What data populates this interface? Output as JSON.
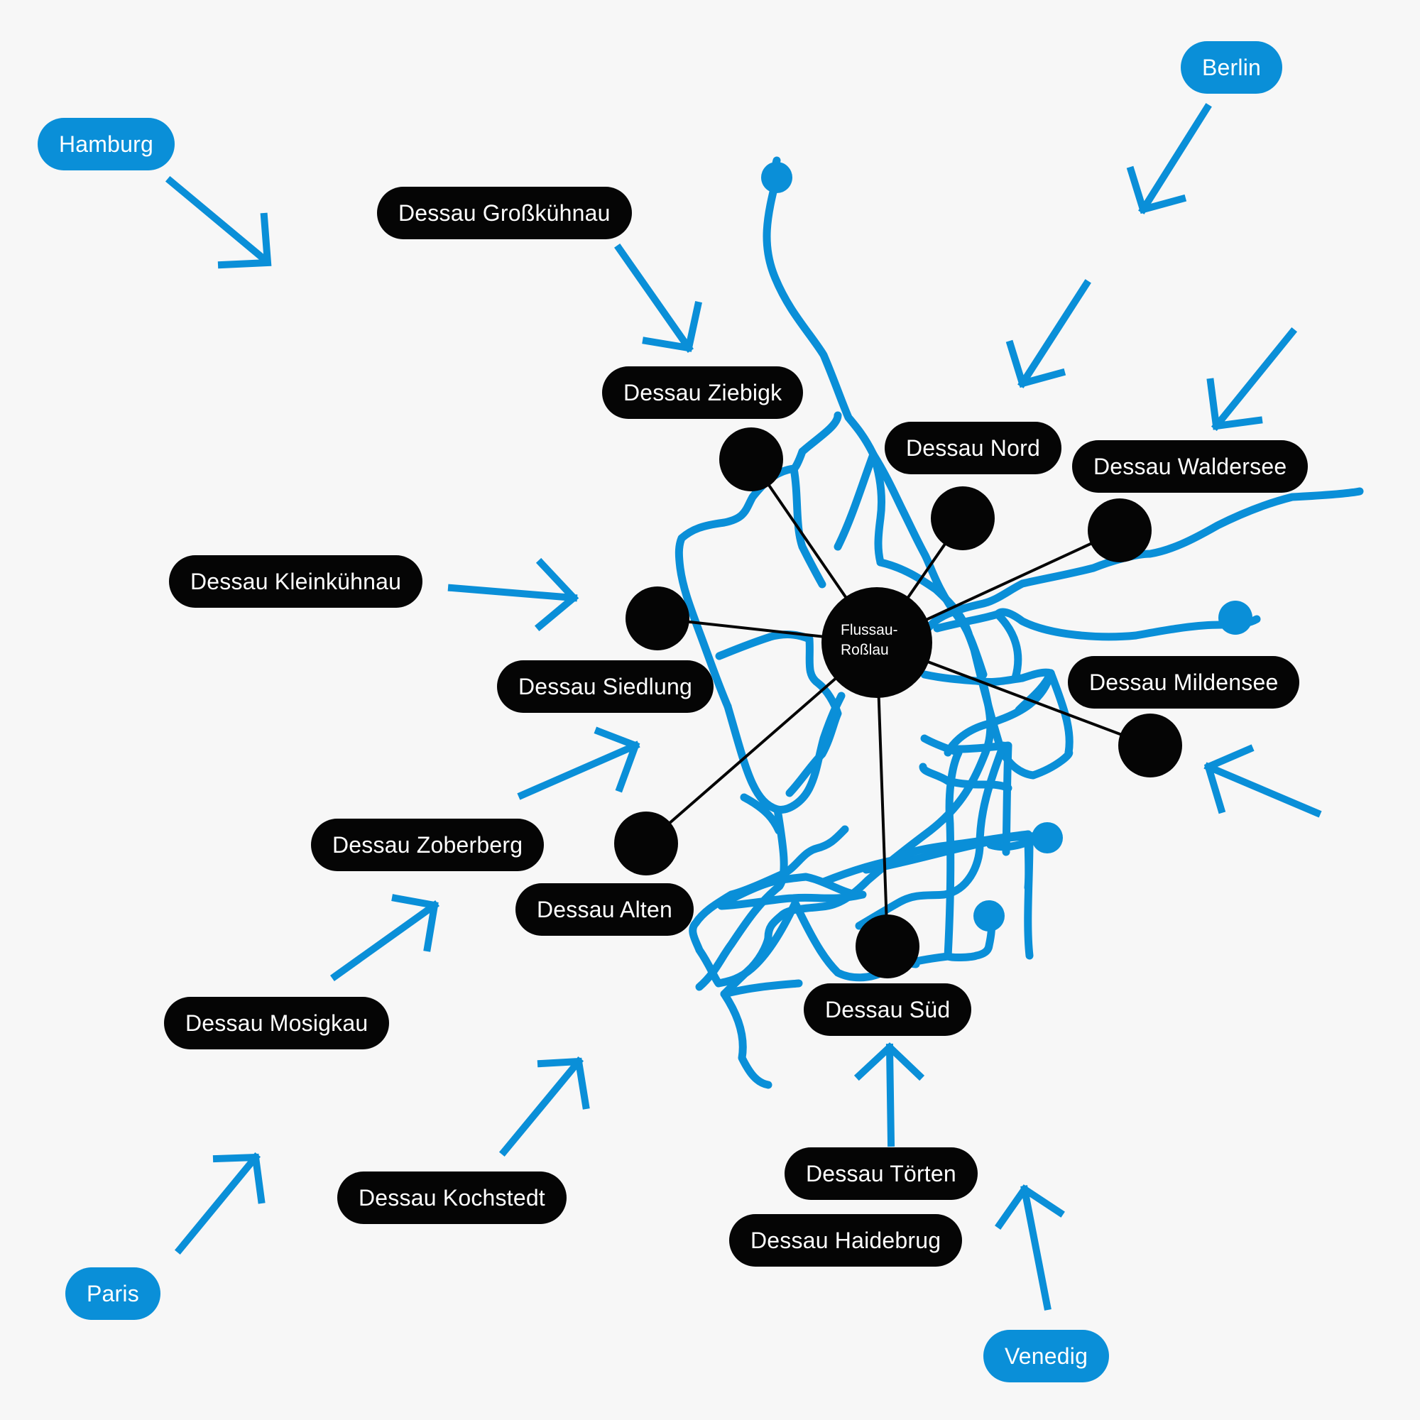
{
  "colors": {
    "background": "#f7f7f7",
    "network": "#0a8fd8",
    "node": "#050505",
    "city_pill": "#0a8fd8",
    "label_text": "#ffffff"
  },
  "hub": {
    "label_line1": "Flussau-",
    "label_line2": "Roßlau"
  },
  "districts": {
    "grosskuehnau": "Dessau Großkühnau",
    "ziebigk": "Dessau Ziebigk",
    "nord": "Dessau Nord",
    "waldersee": "Dessau Waldersee",
    "kleinkuehnau": "Dessau Kleinkühnau",
    "siedlung": "Dessau Siedlung",
    "mildensee": "Dessau Mildensee",
    "zoberberg": "Dessau Zoberberg",
    "alten": "Dessau Alten",
    "mosigkau": "Dessau Mosigkau",
    "sued": "Dessau Süd",
    "toerten": "Dessau Törten",
    "kochstedt": "Dessau Kochstedt",
    "haidebrug": "Dessau Haidebrug"
  },
  "cities": {
    "hamburg": "Hamburg",
    "berlin": "Berlin",
    "paris": "Paris",
    "venedig": "Venedig"
  }
}
